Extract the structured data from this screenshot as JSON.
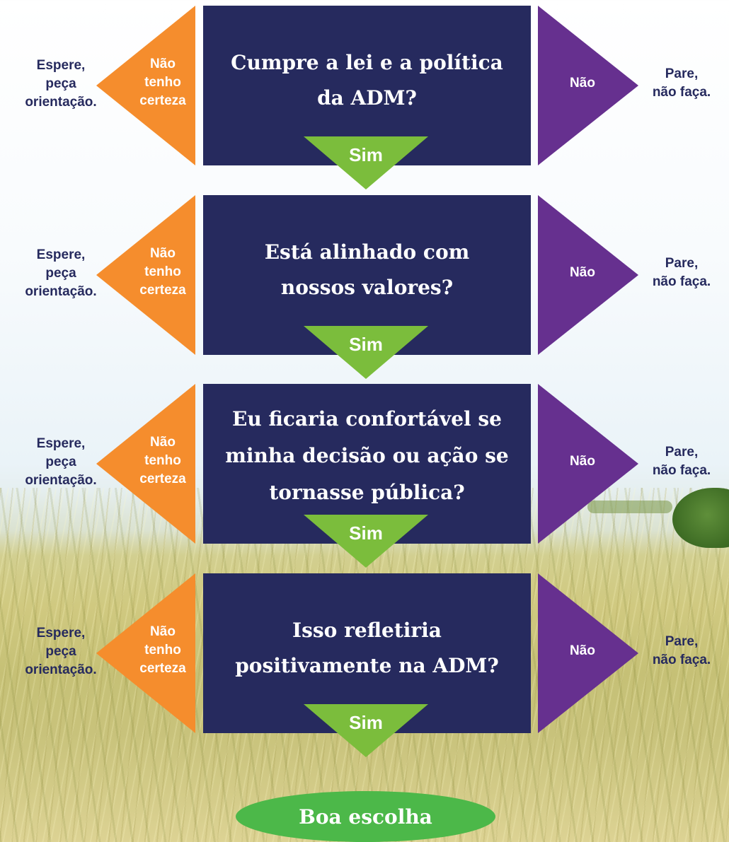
{
  "colors": {
    "question_box": "#262a5e",
    "yes_arrow": "#7bbd3c",
    "unsure_arrow": "#f58d2d",
    "no_arrow": "#66308f",
    "final_oval": "#4cb849",
    "side_text": "#262a5e"
  },
  "steps": [
    {
      "question": "Cumpre a lei e a política\nda ADM?",
      "yes_label": "Sim",
      "unsure_label": "Não\ntenho\ncerteza",
      "unsure_action": "Espere,\npeça\norientação.",
      "no_label": "Não",
      "no_action": "Pare,\nnão faça."
    },
    {
      "question": "Está alinhado com\nnossos valores?",
      "yes_label": "Sim",
      "unsure_label": "Não\ntenho\ncerteza",
      "unsure_action": "Espere,\npeça\norientação.",
      "no_label": "Não",
      "no_action": "Pare,\nnão faça."
    },
    {
      "question": "Eu ficaria confortável se\nminha decisão ou ação se\ntornasse pública?",
      "yes_label": "Sim",
      "unsure_label": "Não\ntenho\ncerteza",
      "unsure_action": "Espere,\npeça\norientação.",
      "no_label": "Não",
      "no_action": "Pare,\nnão faça."
    },
    {
      "question": "Isso refletiria\npositivamente na ADM?",
      "yes_label": "Sim",
      "unsure_label": "Não\ntenho\ncerteza",
      "unsure_action": "Espere,\npeça\norientação.",
      "no_label": "Não",
      "no_action": "Pare,\nnão faça."
    }
  ],
  "final": "Boa escolha"
}
